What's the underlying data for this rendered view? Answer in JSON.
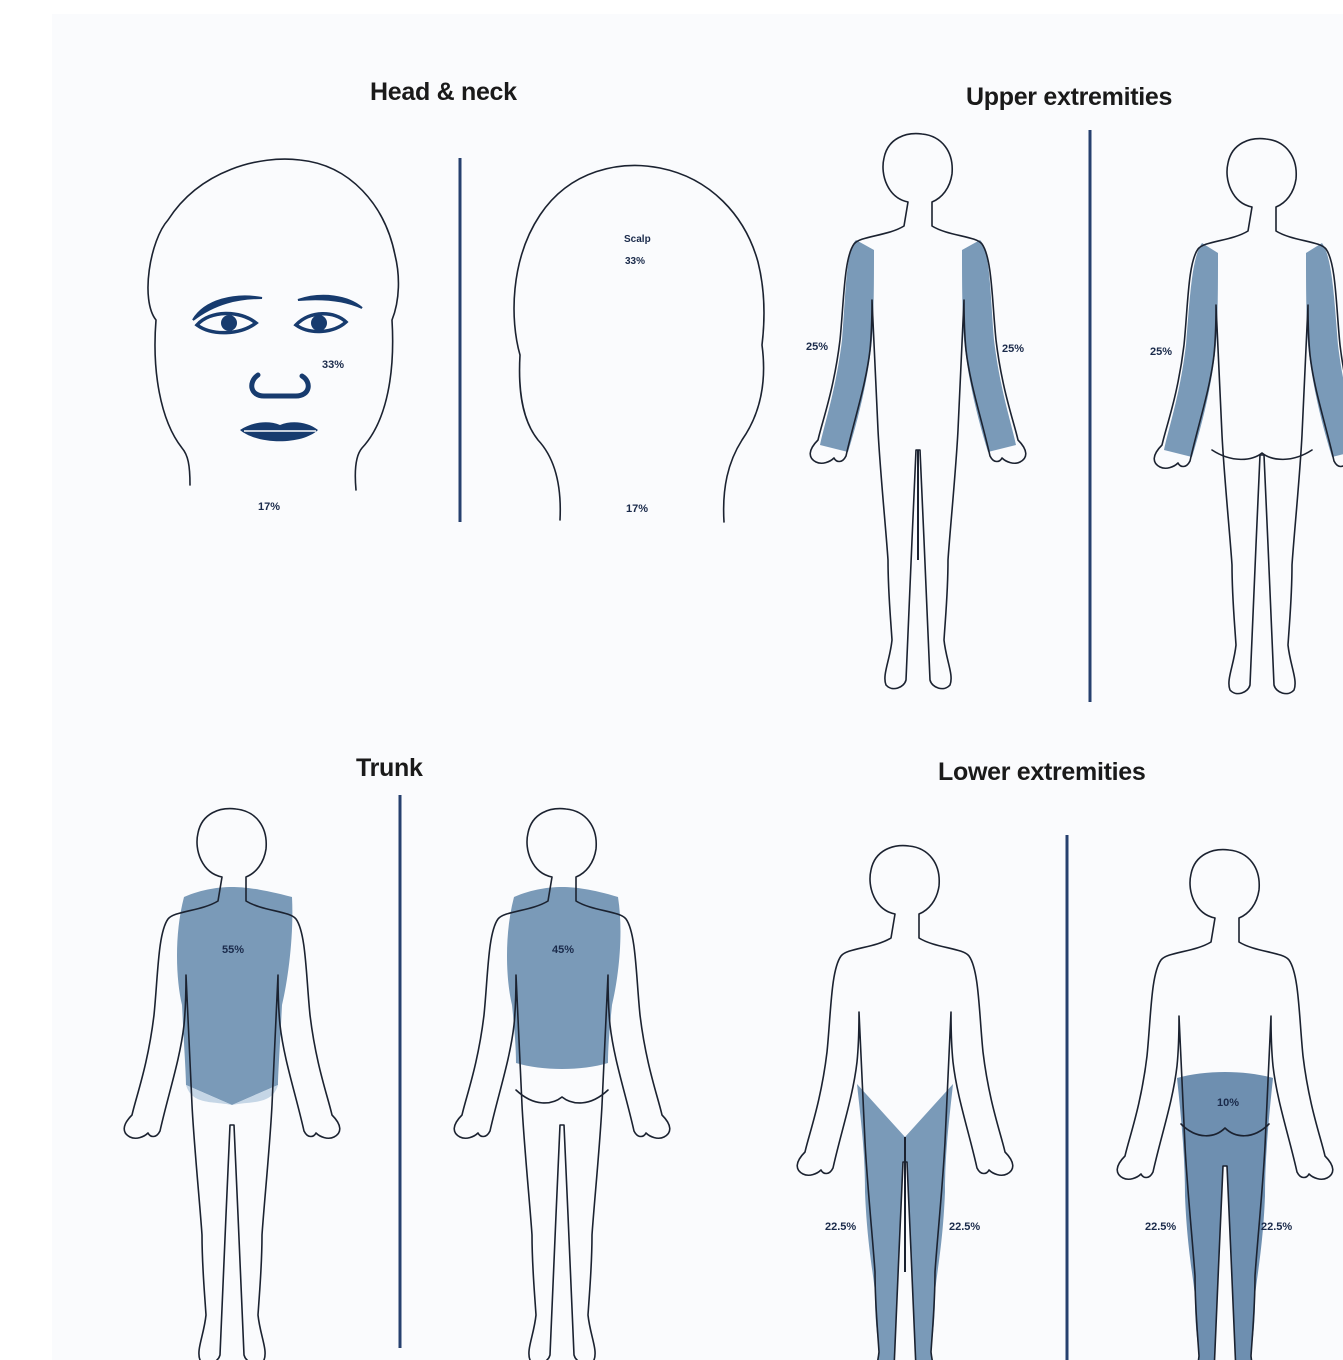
{
  "colors": {
    "shade": "#7a9ab8",
    "shade_dark": "#6e8fb0",
    "outline": "#1b2230",
    "divider": "#26406e",
    "features": "#173b6e",
    "background": "#fafbfd"
  },
  "panels": {
    "head_neck": {
      "title": "Head & neck",
      "front_face": "33%",
      "front_neck": "17%",
      "back_scalp_name": "Scalp",
      "back_scalp": "33%",
      "back_neck": "17%"
    },
    "upper": {
      "title": "Upper extremities",
      "front_left": "25%",
      "front_right": "25%",
      "back_left": "25%"
    },
    "trunk": {
      "title": "Trunk",
      "front": "55%",
      "back": "45%"
    },
    "lower": {
      "title": "Lower extremities",
      "front_left": "22.5%",
      "front_right": "22.5%",
      "back_buttocks": "10%",
      "back_left": "22.5%",
      "back_right": "22.5%"
    }
  }
}
